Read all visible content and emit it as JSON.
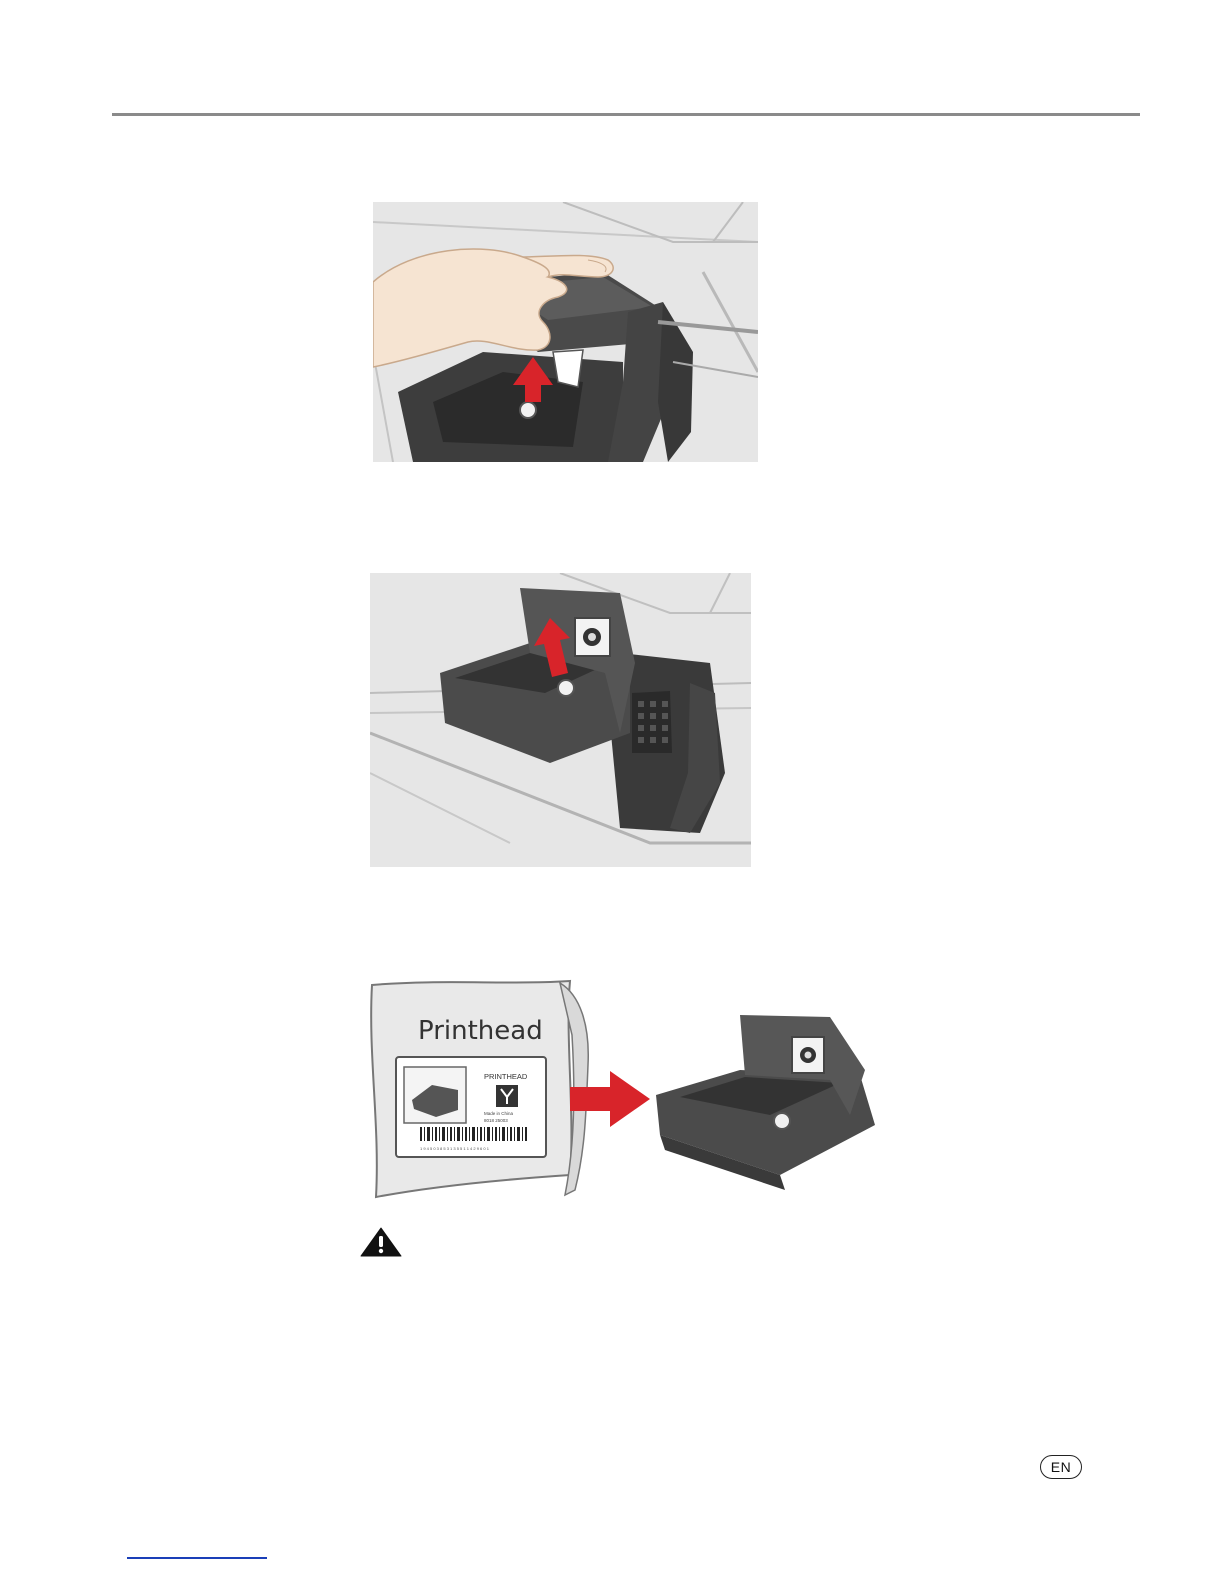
{
  "page": {
    "language_badge": "EN"
  },
  "figure3": {
    "bag_title": "Printhead",
    "label_heading": "PRINTHEAD",
    "label_line1": "Made in China",
    "label_line2": "8018 25003",
    "barcode_text": "1 9 4 5 0 3 8 5 3 1 3 5 5 1 1 4 2 9 6 0 1"
  },
  "colors": {
    "arrow_red": "#d8242a",
    "rule_gray": "#8a8a8a",
    "link_blue": "#1a3fb8"
  },
  "icons": {
    "warning": "warning-icon"
  }
}
